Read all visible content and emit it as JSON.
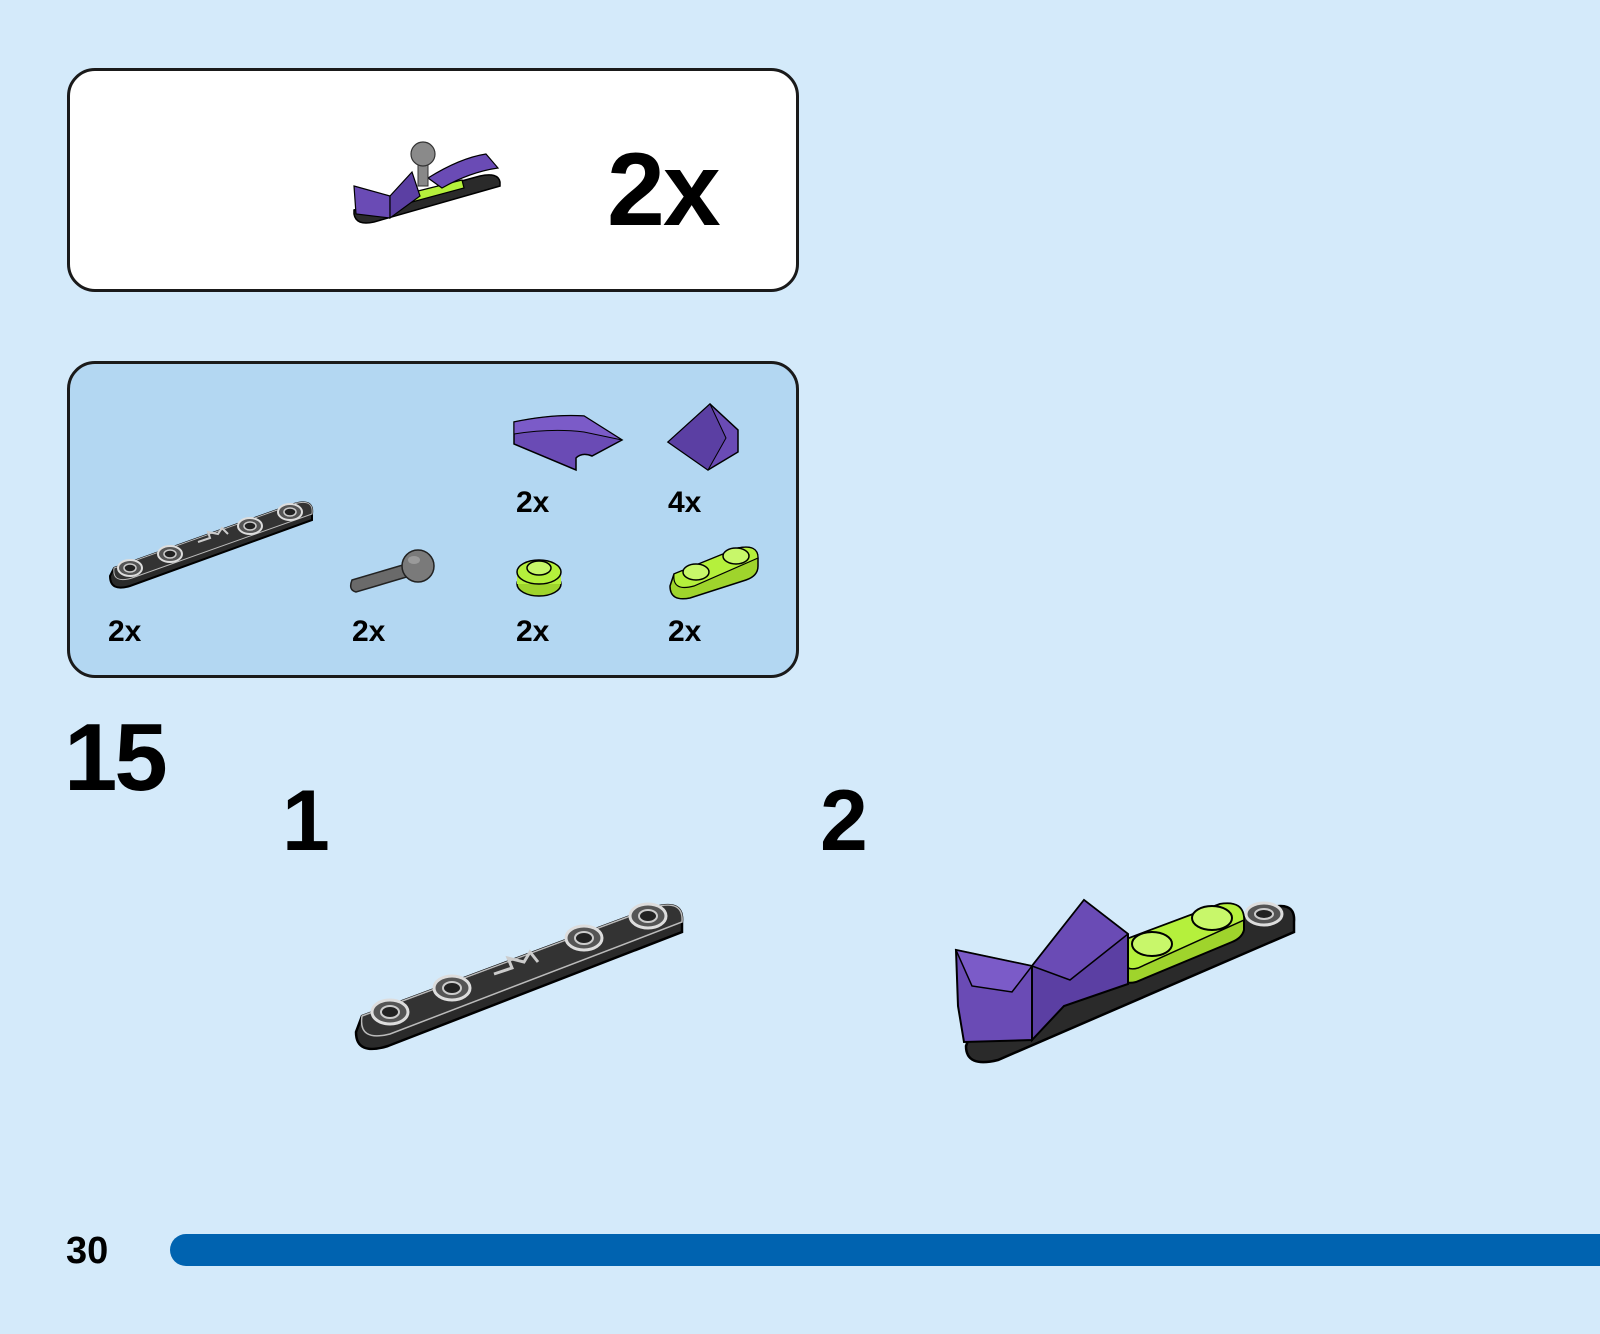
{
  "submodel": {
    "multiplier": "2x",
    "icon": "submodel-assembly-icon"
  },
  "parts_list": [
    {
      "part": "black-plate-1x6-with-studs",
      "qty": "2x"
    },
    {
      "part": "gray-ball-joint-bar",
      "qty": "2x"
    },
    {
      "part": "purple-curved-slope",
      "qty": "2x"
    },
    {
      "part": "purple-slope-wedge",
      "qty": "4x"
    },
    {
      "part": "lime-round-plate-1x1",
      "qty": "2x"
    },
    {
      "part": "lime-plate-1x2-rounded",
      "qty": "2x"
    }
  ],
  "step": {
    "number": "15",
    "substeps": [
      {
        "number": "1",
        "illustration": "black-plate-icon"
      },
      {
        "number": "2",
        "illustration": "assembled-submodel-icon"
      }
    ]
  },
  "footer": {
    "page_number": "30",
    "bar_color": "#0063b0"
  },
  "colors": {
    "background": "#d4eafa",
    "parts_panel": "#b3d7f2",
    "purple": "#6a4bb5",
    "lime": "#b5f03c",
    "black_plate": "#2a2a2a"
  }
}
